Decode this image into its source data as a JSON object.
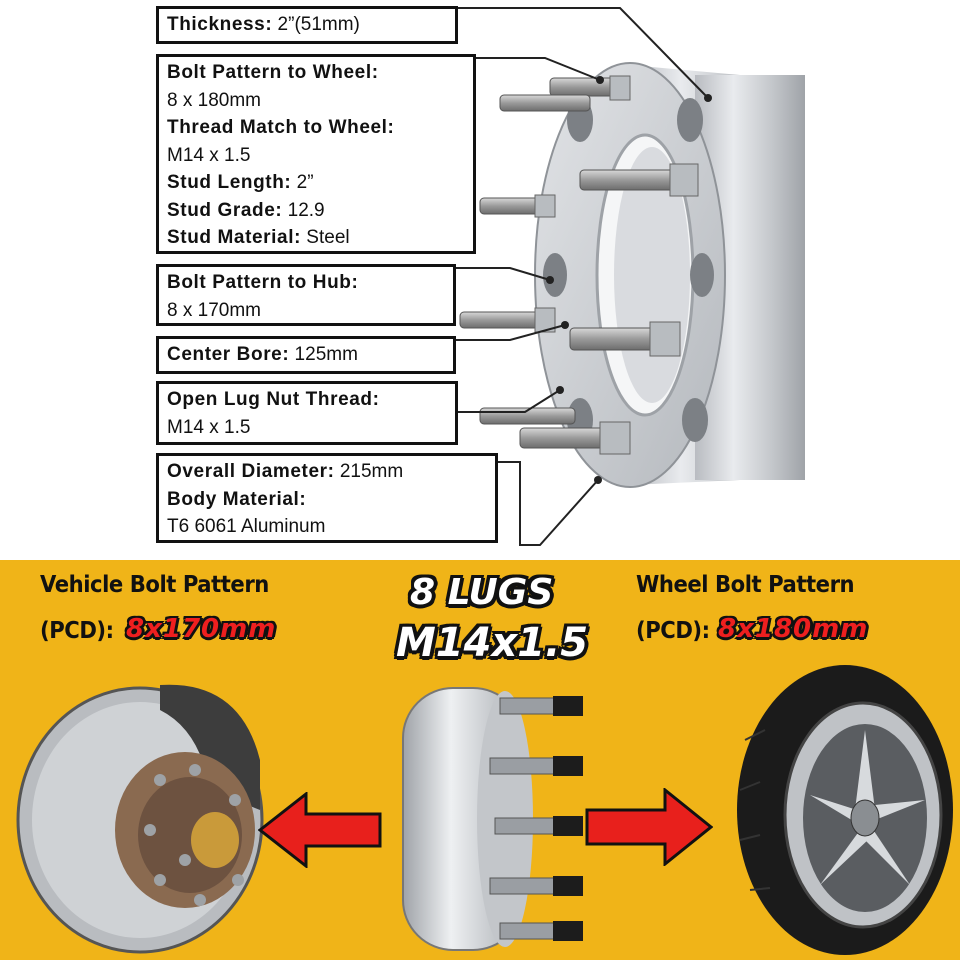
{
  "specs": {
    "thickness": {
      "label": "Thickness:",
      "value": " 2”(51mm)"
    },
    "wheel_block": [
      {
        "label": "Bolt Pattern to Wheel:",
        "value": ""
      },
      {
        "label": "",
        "value": "8 x 180mm"
      },
      {
        "label": "Thread Match to Wheel:",
        "value": ""
      },
      {
        "label": "",
        "value": "M14 x 1.5"
      },
      {
        "label": "Stud Length:",
        "value": " 2”"
      },
      {
        "label": "Stud Grade:",
        "value": " 12.9"
      },
      {
        "label": "Stud Material:",
        "value": " Steel"
      }
    ],
    "hub_block": [
      {
        "label": "Bolt Pattern to Hub:",
        "value": ""
      },
      {
        "label": "",
        "value": "8 x 170mm"
      }
    ],
    "center_bore": {
      "label": "Center Bore:",
      "value": " 125mm"
    },
    "lug_block": [
      {
        "label": "Open Lug Nut Thread:",
        "value": ""
      },
      {
        "label": "",
        "value": "M14 x 1.5"
      }
    ],
    "body_block": [
      {
        "label": "Overall Diameter:",
        "value": "  215mm"
      },
      {
        "label": "Body Material:",
        "value": ""
      },
      {
        "label": "",
        "value": "T6 6061 Aluminum"
      }
    ]
  },
  "bottom": {
    "vehicle_heading": "Vehicle Bolt Pattern",
    "vehicle_pcd_label": "(PCD):",
    "vehicle_pcd_value": "8x170mm",
    "wheel_heading": "Wheel Bolt Pattern",
    "wheel_pcd_label": "(PCD):",
    "wheel_pcd_value": "8x180mm",
    "lugs_line1": "8 LUGS",
    "lugs_line2": "M14x1.5"
  },
  "colors": {
    "banner": "#f0b418",
    "arrow": "#e8201c",
    "aluminum": "#c9ccd0"
  }
}
